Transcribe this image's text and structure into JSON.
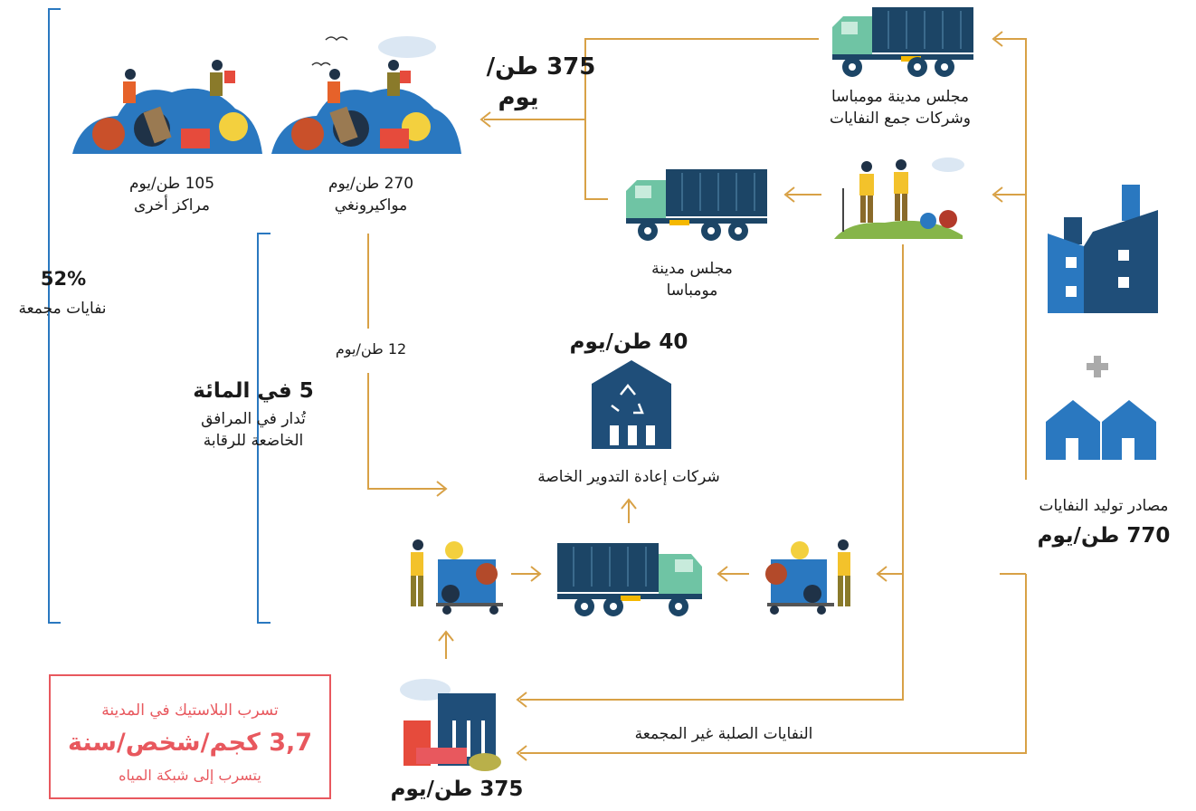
{
  "collection_top": {
    "tons": "375 طن/",
    "unit": "يوم"
  },
  "collectors_private": {
    "line1": "مجلس مدينة مومباسا",
    "line2": "وشركات جمع النفايات"
  },
  "council": {
    "line1": "مجلس مدينة",
    "line2": "مومباسا"
  },
  "mwakirunge": {
    "tons": "270 طن/يوم",
    "name": "مواكيرونغي"
  },
  "other_centers": {
    "tons": "105 طن/يوم",
    "name": "مراكز أخرى"
  },
  "collected": {
    "percent": "52%",
    "label": "نفايات مجمعة"
  },
  "recycled_regulated": {
    "title": "5 في المائة",
    "line1": "تُدار في المرافق",
    "line2": "الخاضعة للرقابة"
  },
  "to_recyclers": {
    "tons": "12 طن/يوم"
  },
  "recyclers": {
    "tons": "40 طن/يوم",
    "name": "شركات إعادة التدوير الخاصة"
  },
  "sources": {
    "label": "مصادر توليد النفايات",
    "tons": "770 طن/يوم"
  },
  "uncollected": {
    "label": "النفايات الصلبة غير المجمعة",
    "tons": "375 طن/يوم"
  },
  "leakage": {
    "line1": "تسرب البلاستيك في المدينة",
    "line2": "3,7 كجم/شخص/سنة",
    "line3": "يتسرب إلى شبكة المياه"
  },
  "colors": {
    "flow": "#d8a146",
    "bracket": "#2a78c0",
    "leak": "#e8585e",
    "truck_body": "#1c4566",
    "truck_cab": "#6fc4a4",
    "building": "#1f4e79"
  }
}
